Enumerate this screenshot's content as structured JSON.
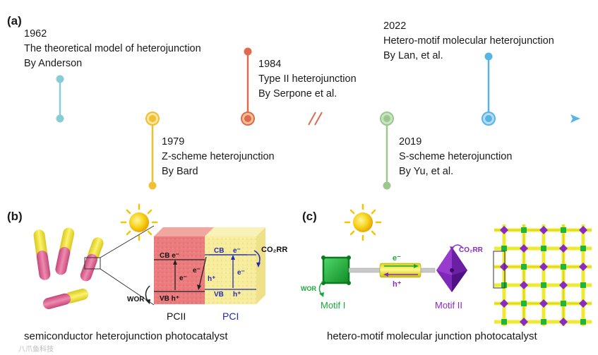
{
  "panels": {
    "a": "(a)",
    "b": "(b)",
    "c": "(c)"
  },
  "timeline": [
    {
      "year": "1962",
      "title": "The theoretical model of heterojunction",
      "author": "By Anderson",
      "color": "#88ccd6"
    },
    {
      "year": "1979",
      "title": "Z-scheme heterojunction",
      "author": "By Bard",
      "color": "#f0c030"
    },
    {
      "year": "1984",
      "title": "Type II heterojunction",
      "author": "By Serpone et al.",
      "color": "#e06a50"
    },
    {
      "year": "2019",
      "title": "S-scheme heterojunction",
      "author": "By Yu, et al.",
      "color": "#9cc890"
    },
    {
      "year": "2022",
      "title": "Hetero-motif molecular heterojunction",
      "author": "By Lan, et al.",
      "color": "#58b4e4"
    }
  ],
  "panel_b": {
    "cb_left": "CB e⁻",
    "vb_left": "VB h⁺",
    "e_left": "e⁻",
    "cb_right": "CB",
    "e_right_top": "e⁻",
    "e_right_mid": "e⁻",
    "vb_right": "VB",
    "h_right": "h⁺",
    "h_mid": "h⁺",
    "e_mid": "e⁻",
    "co2rr": "CO₂RR",
    "wor": "WOR",
    "pcii": "PCII",
    "pci": "PCI",
    "caption": "semiconductor heterojunction photocatalyst"
  },
  "panel_c": {
    "e_label": "e⁻",
    "h_label": "h⁺",
    "co2rr": "CO₂RR",
    "wor": "WOR",
    "motif1": "Motif I",
    "motif2": "Motif II",
    "caption": "hetero-motif molecular junction photocatalyst"
  },
  "watermark": "八爪鱼科技",
  "colors": {
    "pcii": "#ec7b7e",
    "pci": "#f7ec9c",
    "motif1": "#1fb53a",
    "motif2": "#8a2bbf",
    "rod": "#f2ee3a",
    "pink": "#e06a9a",
    "dark_blue": "#1f2bb0"
  }
}
